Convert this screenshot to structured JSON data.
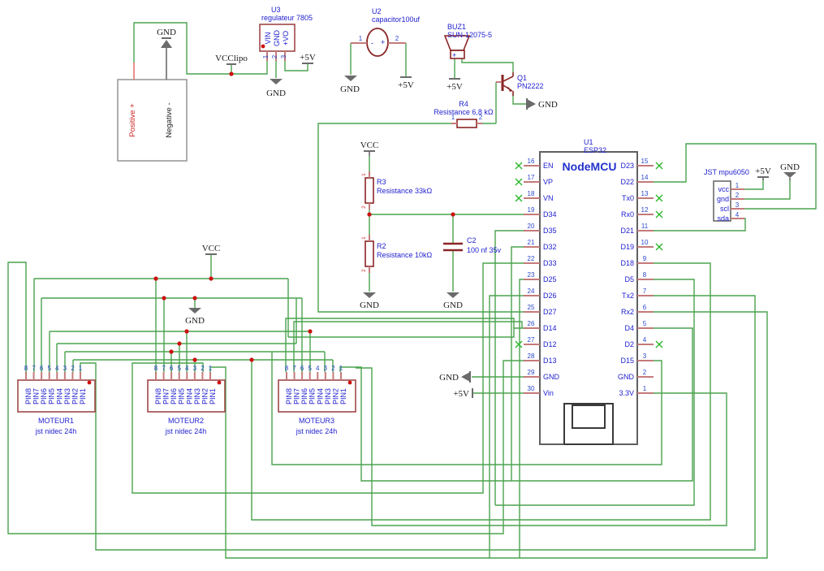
{
  "colors": {
    "wire": "#4aa34e",
    "wire_red": "#e57373",
    "component": "#8b2525",
    "pin_stub": "#c47a7a",
    "blue_text": "#2121cf",
    "junction": "#cc1111",
    "nc_cross": "#2db82d",
    "gray_symbol": "#6b6b6b",
    "box_gray": "#9a9a9a"
  },
  "power": {
    "gnd": "GND",
    "p5v": "+5V",
    "vcc": "VCC",
    "vcclipo": "VCClipo"
  },
  "battery": {
    "positive": "Positive +",
    "negative": "Negative -"
  },
  "u3": {
    "ref": "U3",
    "value": "regulateur 7805",
    "pins": [
      "VIN",
      "GND",
      "+VO"
    ],
    "pin_numbers": [
      "1",
      "2",
      "3"
    ]
  },
  "u2": {
    "ref": "U2",
    "value": "capacitor100uf",
    "pin_numbers": [
      "1",
      "2"
    ],
    "minus": "-",
    "plus": "+"
  },
  "buz1": {
    "ref": "BUZ1",
    "value": "SUN-12075-5",
    "plus": "+"
  },
  "q1": {
    "ref": "Q1",
    "value": "PN2222"
  },
  "r4": {
    "ref": "R4",
    "value": "Resistance 6,8 kΩ",
    "pin_numbers": [
      "1",
      "2"
    ]
  },
  "r3": {
    "ref": "R3",
    "value": "Resistance 33kΩ",
    "pin_numbers": [
      "1",
      "2"
    ]
  },
  "r2": {
    "ref": "R2",
    "value": "Resistance 10kΩ",
    "pin_numbers": [
      "1",
      "2"
    ]
  },
  "c2": {
    "ref": "C2",
    "value": "100 nf 35v"
  },
  "u1": {
    "ref": "U1",
    "part": "ESP32",
    "title": "NodeMCU",
    "left_pins": [
      {
        "num": "16",
        "name": "EN",
        "nc": true
      },
      {
        "num": "17",
        "name": "VP",
        "nc": true
      },
      {
        "num": "18",
        "name": "VN",
        "nc": true
      },
      {
        "num": "19",
        "name": "D34",
        "nc": false
      },
      {
        "num": "20",
        "name": "D35",
        "nc": false
      },
      {
        "num": "21",
        "name": "D32",
        "nc": false
      },
      {
        "num": "22",
        "name": "D33",
        "nc": false
      },
      {
        "num": "23",
        "name": "D25",
        "nc": false
      },
      {
        "num": "24",
        "name": "D26",
        "nc": false
      },
      {
        "num": "25",
        "name": "D27",
        "nc": false
      },
      {
        "num": "26",
        "name": "D14",
        "nc": false
      },
      {
        "num": "27",
        "name": "D12",
        "nc": true
      },
      {
        "num": "28",
        "name": "D13",
        "nc": false
      },
      {
        "num": "29",
        "name": "GND",
        "nc": false
      },
      {
        "num": "30",
        "name": "Vin",
        "nc": false
      }
    ],
    "right_pins": [
      {
        "num": "15",
        "name": "D23",
        "nc": true
      },
      {
        "num": "14",
        "name": "D22",
        "nc": false
      },
      {
        "num": "13",
        "name": "Tx0",
        "nc": true
      },
      {
        "num": "12",
        "name": "Rx0",
        "nc": true
      },
      {
        "num": "11",
        "name": "D21",
        "nc": false
      },
      {
        "num": "10",
        "name": "D19",
        "nc": true
      },
      {
        "num": "9",
        "name": "D18",
        "nc": false
      },
      {
        "num": "8",
        "name": "D5",
        "nc": false
      },
      {
        "num": "7",
        "name": "Tx2",
        "nc": false
      },
      {
        "num": "6",
        "name": "Rx2",
        "nc": false
      },
      {
        "num": "5",
        "name": "D4",
        "nc": false
      },
      {
        "num": "4",
        "name": "D2",
        "nc": true
      },
      {
        "num": "3",
        "name": "D15",
        "nc": false
      },
      {
        "num": "2",
        "name": "GND",
        "nc": false
      },
      {
        "num": "1",
        "name": "3.3V",
        "nc": false
      }
    ]
  },
  "jst": {
    "label": "JST mpu6050",
    "pins": [
      "vcc",
      "gnd",
      "scl",
      "sda"
    ],
    "pin_numbers": [
      "1",
      "2",
      "3",
      "4"
    ]
  },
  "motors": {
    "items": [
      {
        "ref": "MOTEUR1",
        "value": "jst nidec 24h"
      },
      {
        "ref": "MOTEUR2",
        "value": "jst nidec 24h"
      },
      {
        "ref": "MOTEUR3",
        "value": "jst nidec 24h"
      }
    ],
    "pin_labels": [
      "PIN8",
      "PIN7",
      "PIN6",
      "PIN5",
      "PIN4",
      "PIN3",
      "PIN2",
      "PIN1"
    ],
    "pin_numbers": [
      "8",
      "7",
      "6",
      "5",
      "4",
      "3",
      "2",
      "1"
    ]
  }
}
